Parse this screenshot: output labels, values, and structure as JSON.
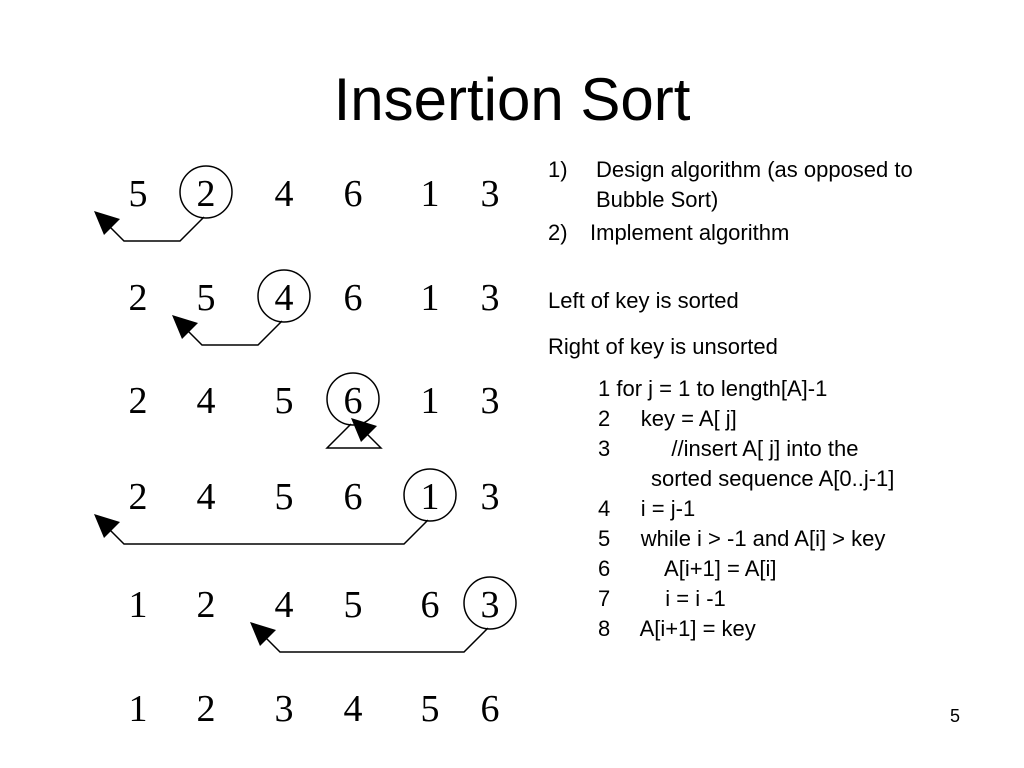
{
  "slide": {
    "title": "Insertion Sort",
    "page_number": "5"
  },
  "steps": {
    "items": [
      {
        "row": [
          "5",
          "2",
          "4",
          "6",
          "1",
          "3"
        ],
        "key_index": 1,
        "insert_index": 0
      },
      {
        "row": [
          "2",
          "5",
          "4",
          "6",
          "1",
          "3"
        ],
        "key_index": 2,
        "insert_index": 1
      },
      {
        "row": [
          "2",
          "4",
          "5",
          "6",
          "1",
          "3"
        ],
        "key_index": 3,
        "insert_index": 3
      },
      {
        "row": [
          "2",
          "4",
          "5",
          "6",
          "1",
          "3"
        ],
        "key_index": 4,
        "insert_index": 0
      },
      {
        "row": [
          "1",
          "2",
          "4",
          "5",
          "6",
          "3"
        ],
        "key_index": 5,
        "insert_index": 2
      },
      {
        "row": [
          "1",
          "2",
          "3",
          "4",
          "5",
          "6"
        ],
        "key_index": null,
        "insert_index": null
      }
    ]
  },
  "goals": [
    {
      "num": "1)",
      "text": "Design algorithm (as opposed to",
      "cont": "Bubble Sort)"
    },
    {
      "num": "2)",
      "text": "Implement algorithm"
    }
  ],
  "notes": {
    "left_sorted": "Left of key is sorted",
    "right_unsorted": "Right of key is unsorted"
  },
  "pseudocode": [
    "1 for j = 1 to length[A]-1",
    "2     key = A[ j]",
    "3          //insert A[ j] into the",
    "sorted sequence A[0..j-1]",
    "4     i = j-1",
    "5     while i > -1 and A[i] > key",
    "6         A[i+1] = A[i]",
    "7         i = i -1",
    "8     A[i+1] = key"
  ]
}
